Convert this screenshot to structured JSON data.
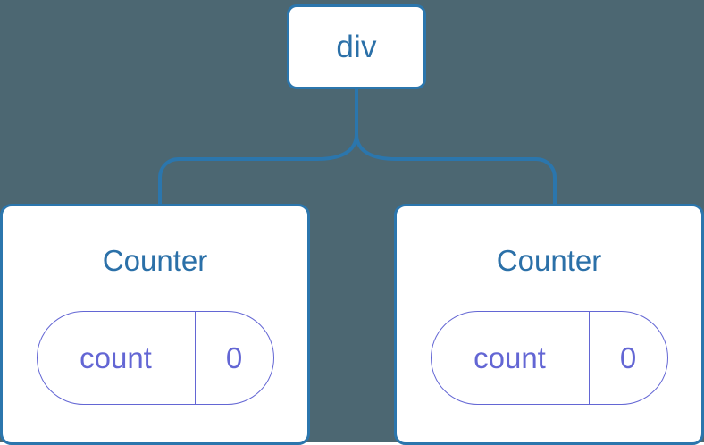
{
  "diagram": {
    "background_color": "#4c6772",
    "node_border_color": "#2b76ad",
    "node_text_color": "#2b70a8",
    "state_color": "#6366d4",
    "edge_color": "#2b76ad"
  },
  "root": {
    "label": "div"
  },
  "children": [
    {
      "title": "Counter",
      "state": {
        "key": "count",
        "value": "0"
      }
    },
    {
      "title": "Counter",
      "state": {
        "key": "count",
        "value": "0"
      }
    }
  ]
}
